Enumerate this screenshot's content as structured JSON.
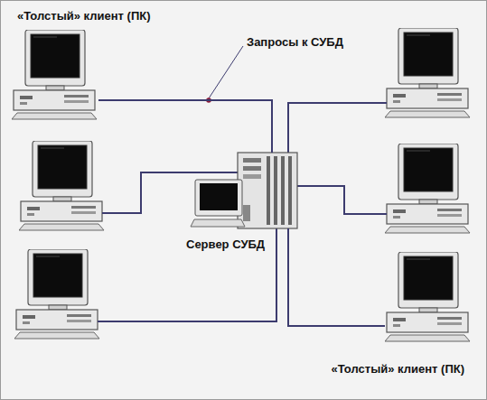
{
  "diagram": {
    "nodes": [
      {
        "text": [
          "«Толстый» клиент (ПК)"
        ]
      },
      {
        "text": [
          "Сервер СУБД"
        ]
      },
      {
        "text": [
          "«Толстый» клиент (ПК)"
        ]
      }
    ],
    "edges": [
      {
        "from": 0,
        "to": 1,
        "arrow": "none",
        "label": "Запросы к СУБД"
      },
      {
        "from": 2,
        "to": 1,
        "arrow": "none"
      }
    ]
  }
}
